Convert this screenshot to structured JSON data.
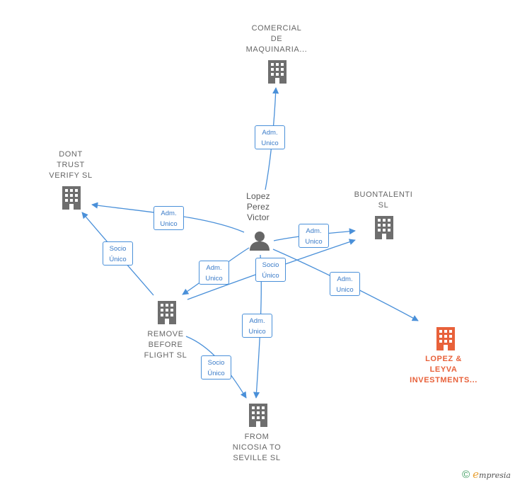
{
  "nodes": {
    "comercial": {
      "label": "COMERCIAL\nDE\nMAQUINARIA..."
    },
    "dont_trust": {
      "label": "DONT\nTRUST\nVERIFY  SL"
    },
    "buontalenti": {
      "label": "BUONTALENTI\nSL"
    },
    "person": {
      "label": "Lopez\nPerez\nVictor"
    },
    "remove": {
      "label": "REMOVE\nBEFORE\nFLIGHT  SL"
    },
    "lopez_leyva": {
      "label": "LOPEZ &\nLEYVA\nINVESTMENTS..."
    },
    "nicosia": {
      "label": "FROM\nNICOSIA TO\nSEVILLE  SL"
    }
  },
  "edges": {
    "person_comercial": "Adm.\nUnico",
    "person_dont_trust": "Adm.\nUnico",
    "remove_dont_trust": "Socio\nÚnico",
    "person_buontalenti": "Adm.\nUnico",
    "person_remove": "Adm.\nUnico",
    "remove_buontalenti": "Socio\nÚnico",
    "person_lopez_leyva": "Adm.\nUnico",
    "person_nicosia": "Adm.\nUnico",
    "remove_nicosia": "Socio\nÚnico"
  },
  "colors": {
    "edge": "#4a90d9",
    "building": "#6e6e6e",
    "building_highlight": "#e8613a",
    "person": "#666666"
  },
  "icons": {
    "building": "building-icon",
    "person": "person-icon"
  },
  "footer": {
    "copyright": "©",
    "brand_initial": "e",
    "brand_rest": "mpresia"
  }
}
